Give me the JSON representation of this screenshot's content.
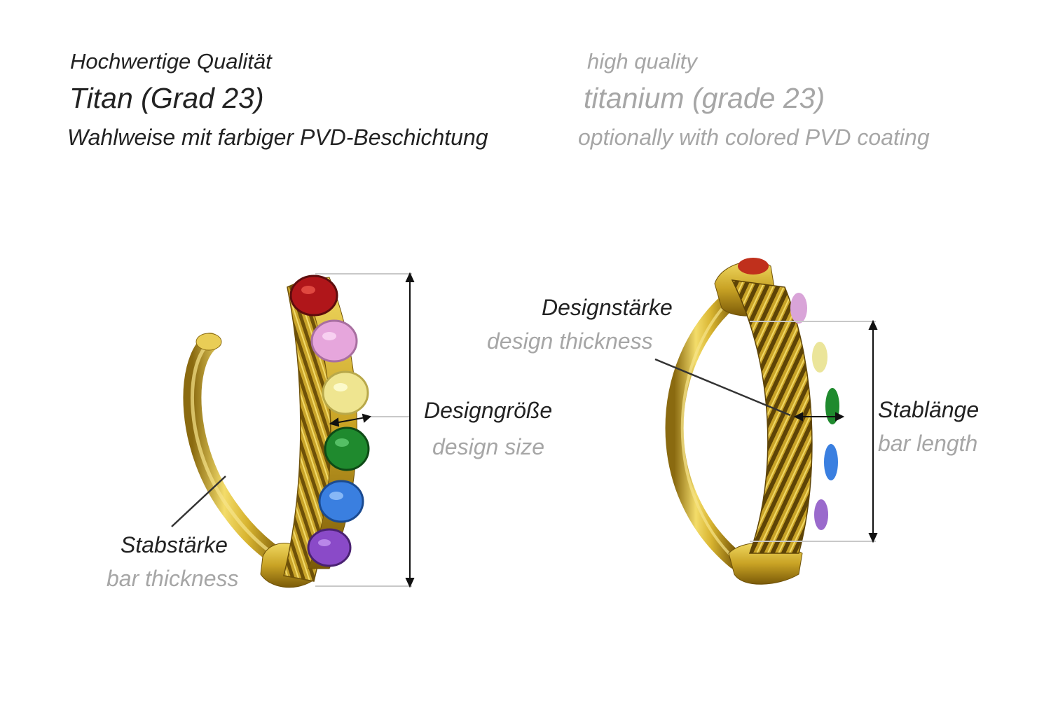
{
  "header": {
    "quality_de": "Hochwertige Qualität",
    "quality_en": "high quality",
    "material_de": "Titan (Grad 23)",
    "material_en": "titanium (grade 23)",
    "coating_de": "Wahlweise mit farbiger PVD-Beschichtung",
    "coating_en": "optionally with colored PVD coating"
  },
  "labels": {
    "design_size_de": "Designgröße",
    "design_size_en": "design size",
    "bar_thickness_de": "Stabstärke",
    "bar_thickness_en": "bar thickness",
    "design_thickness_de": "Designstärke",
    "design_thickness_en": "design thickness",
    "bar_length_de": "Stablänge",
    "bar_length_en": "bar length"
  },
  "colors": {
    "text_de": "#222222",
    "text_en": "#a6a6a6",
    "gold": "#d8b430",
    "gold_dark": "#8a6a10",
    "stones": [
      "#b0161a",
      "#e6a6dc",
      "#efe590",
      "#1f8a2e",
      "#3a7fe0",
      "#8a4ac8"
    ]
  }
}
